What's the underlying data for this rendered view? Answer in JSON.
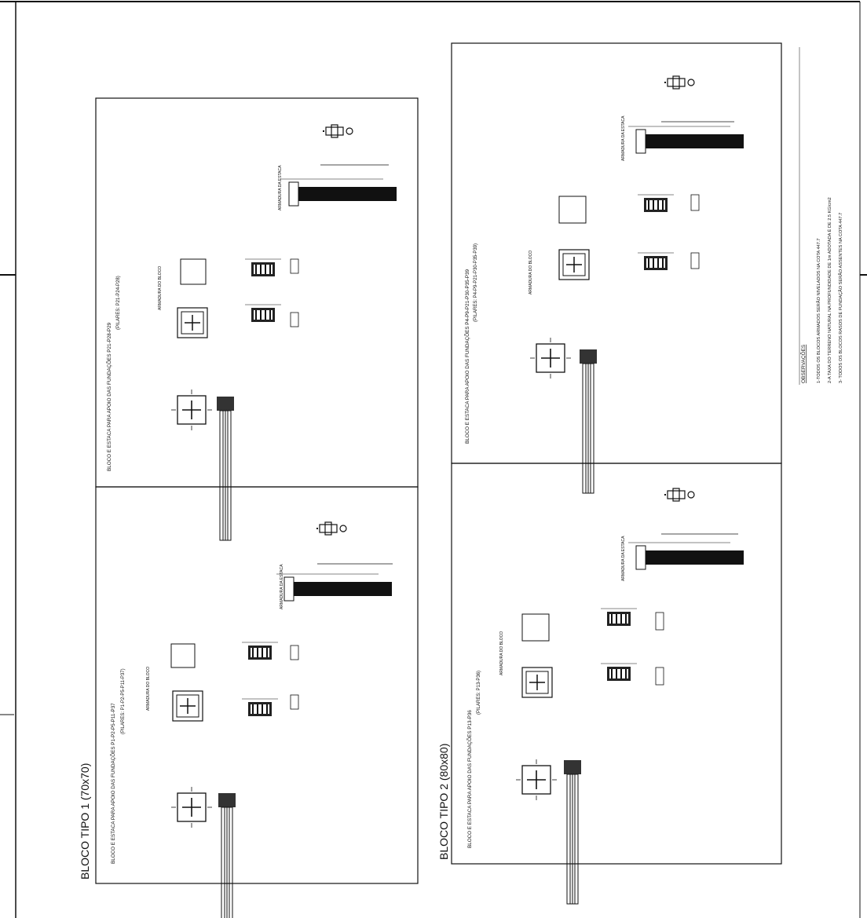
{
  "sheet": {
    "titles": {
      "bloco_tipo_1": "BLOCO TIPO 1 (70x70)",
      "bloco_tipo_2": "BLOCO TIPO 2 (80x80)"
    },
    "panels": {
      "upper_left": {
        "heading": "BLOCO E ESTACA PARA APOIO DAS FUNDAÇÕES P21-P28-P29",
        "subheading": "(PILARES: P21-P24-P28)",
        "reinforcement_label": "ARMADURA DO BLOCO",
        "pile_label": "ARMADURA DA ESTACA"
      },
      "lower_left": {
        "heading": "BLOCO E ESTACA PARA APOIO DAS FUNDAÇÕES P1-P2-P5-P11-P37",
        "subheading": "(PILARES: P1-P2-P5-P11-P37)",
        "reinforcement_label": "ARMADURA DO BLOCO",
        "pile_label": "ARMADURA DA ESTACA"
      },
      "upper_right": {
        "heading": "BLOCO E ESTACA PARA APOIO DAS FUNDAÇÕES P4-P9-P21-P30-P35-P39",
        "subheading": "(PILARES: P4-P9-P21-P30-P35-P39)",
        "reinforcement_label": "ARMADURA DO BLOCO",
        "pile_label": "ARMADURA DA ESTACA"
      },
      "lower_right": {
        "heading": "BLOCO E ESTACA PARA APOIO DAS FUNDAÇÕES P13-P36",
        "subheading": "(PILARES: P13-P36)",
        "reinforcement_label": "ARMADURA DO BLOCO",
        "pile_label": "ARMADURA DA ESTACA"
      }
    },
    "notes": {
      "title": "OBSERVAÇÕES",
      "items": [
        "1-TODOS OS BLOCOS ARMADOS SERÃO NIVELADOS NA COTA 447.7",
        "2-A TAXA DO TERRENO NATURAL NA PROFUNDIDADE DE 1m ADOTADA É DE 2.5 KG/cm2",
        "3- TODOS OS BLOCOS RASOS DE FUNDAÇÃO SERÃO ASSENTES NA COTA 447.7"
      ]
    }
  }
}
